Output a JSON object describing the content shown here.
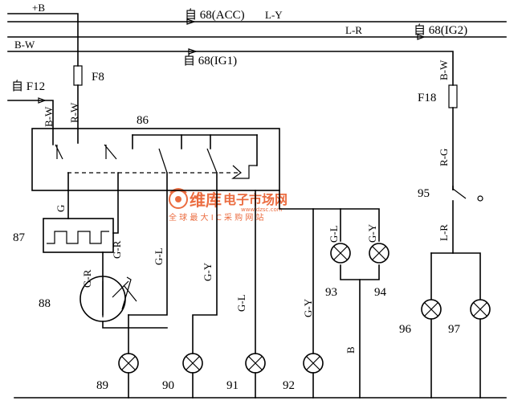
{
  "buses": {
    "b_plus": "+B",
    "acc": "自 68(ACC)",
    "acc_color": "L-Y",
    "ig2_color": "L-R",
    "ig2": "自 68(IG2)",
    "bw_left": "B-W",
    "ig1": "自 68(IG1)",
    "f12": "自 F12"
  },
  "fuses": {
    "f8": "F8",
    "f18": "F18"
  },
  "wire_colors": {
    "bw_a": "B-W",
    "rw": "R-W",
    "bw_right": "B-W",
    "rg": "R-G",
    "g_a": "G",
    "gr_a": "G-R",
    "gl_a": "G-L",
    "gy_a": "G-Y",
    "gr_b": "G-R",
    "gl_b": "G-L",
    "gy_b": "G-Y",
    "gl_c": "G-L",
    "gy_c": "G-Y",
    "lr": "L-R",
    "b": "B"
  },
  "components": {
    "c86": "86",
    "c87": "87",
    "c88": "88",
    "c89": "89",
    "c90": "90",
    "c91": "91",
    "c92": "92",
    "c93": "93",
    "c94": "94",
    "c95": "95",
    "c96": "96",
    "c97": "97"
  },
  "watermark": {
    "brand": "维库",
    "brand_rest": "电子市场网",
    "url": "www.dzsc.com",
    "slogan": "全 球 最 大 I C 采 购 网 站",
    "accent": "#e8531f"
  },
  "colors": {
    "line": "#000000",
    "background": "#ffffff"
  }
}
